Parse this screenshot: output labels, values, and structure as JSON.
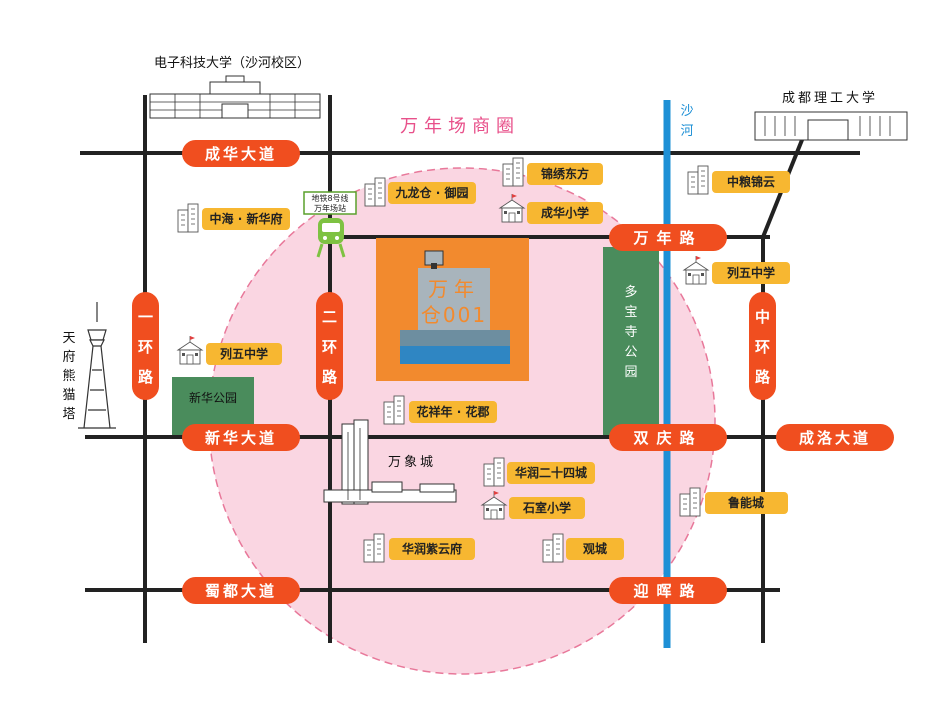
{
  "district_name": "万年场商圈",
  "project": {
    "name_line1": "万年",
    "name_line2": "仓001",
    "color": "#f28a2e"
  },
  "metro": {
    "line": "地铁8号线",
    "station": "万年场站"
  },
  "river": {
    "name_line1": "沙",
    "name_line2": "河",
    "color": "#1e90d6"
  },
  "roads": {
    "chenghua": "成华大道",
    "xinhua": "新华大道",
    "shudu": "蜀都大道",
    "wannian": "万年路",
    "shuangqing": "双庆路",
    "chengluo": "成洛大道",
    "yinghui": "迎晖路",
    "yihuan": [
      "一",
      "环",
      "路"
    ],
    "erhuan": [
      "二",
      "环",
      "路"
    ],
    "zhonghuan": [
      "中",
      "环",
      "路"
    ]
  },
  "landmarks": {
    "uestc": "电子科技大学（沙河校区）",
    "cdut": "成都理工大学",
    "tower": [
      "天",
      "府",
      "熊",
      "猫",
      "塔"
    ],
    "mixc": "万象城"
  },
  "parks": {
    "duobaosi": [
      "多",
      "宝",
      "寺",
      "公",
      "园"
    ],
    "xinhua": "新华公园"
  },
  "pois": {
    "jiulongcang": "九龙仓 · 御园",
    "jinxiu": "锦绣东方",
    "chenghua_school": "成华小学",
    "zhonghai": "中海 · 新华府",
    "zhongliang": "中粮锦云",
    "liewu_east": "列五中学",
    "liewu_west": "列五中学",
    "huaxiangnian": "花祥年 · 花郡",
    "huarun24": "华润二十四城",
    "shishi": "石室小学",
    "luneng": "鲁能城",
    "huarunziyun": "华润紫云府",
    "guancheng": "观城"
  },
  "colors": {
    "road_label": "#f04e1f",
    "poi_label": "#f7b731",
    "park": "#4a8c5c",
    "circle": "#f8c8d8",
    "circle_border": "#e8789a",
    "title": "#e8508a"
  }
}
